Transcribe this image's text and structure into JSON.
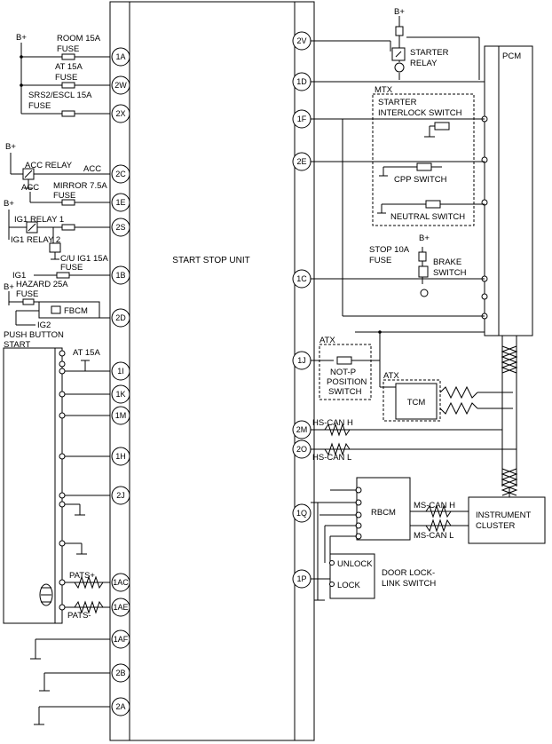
{
  "unit": "START STOP UNIT",
  "pcm": "PCM",
  "left_connectors": [
    {
      "pin": "1A",
      "label1": "ROOM 15A",
      "label2": "FUSE"
    },
    {
      "pin": "2W",
      "label1": "AT 15A",
      "label2": "FUSE"
    },
    {
      "pin": "2X",
      "label1": "SRS2/ESCL 15A",
      "label2": "FUSE"
    },
    {
      "pin": "2C",
      "label1": "ACC RELAY",
      "label2": "ACC"
    },
    {
      "pin": "1E",
      "label1": "MIRROR 7.5A",
      "label2": "FUSE"
    },
    {
      "pin": "2S",
      "label1": "IG1 RELAY 1",
      "label2": "IG1 RELAY 2"
    },
    {
      "pin": "1B",
      "label1": "IG1",
      "label2": "FUSE"
    },
    {
      "pin": "2D",
      "label1": "HAZARD 25A",
      "label2": "FUSE"
    },
    {
      "pin": "1I",
      "label1": "AT 15A",
      "label2": ""
    },
    {
      "pin": "1K",
      "label1": "",
      "label2": ""
    },
    {
      "pin": "1M",
      "label1": "",
      "label2": ""
    },
    {
      "pin": "1H",
      "label1": "",
      "label2": ""
    },
    {
      "pin": "2J",
      "label1": "",
      "label2": ""
    },
    {
      "pin": "1AC",
      "label1": "PATS+",
      "label2": ""
    },
    {
      "pin": "1AE",
      "label1": "PATS-",
      "label2": ""
    },
    {
      "pin": "1AF",
      "label1": "",
      "label2": ""
    },
    {
      "pin": "2B",
      "label1": "",
      "label2": ""
    },
    {
      "pin": "2A",
      "label1": "",
      "label2": ""
    }
  ],
  "right_connectors": [
    {
      "pin": "2V"
    },
    {
      "pin": "1D"
    },
    {
      "pin": "1F"
    },
    {
      "pin": "2E"
    },
    {
      "pin": "1C"
    },
    {
      "pin": "1J"
    },
    {
      "pin": "2M"
    },
    {
      "pin": "2O"
    },
    {
      "pin": "1Q"
    },
    {
      "pin": "1P"
    }
  ],
  "labels": {
    "bplus": "B+",
    "acc": "ACC",
    "cu_ig1": "C/U IG1 15A",
    "fbcm": "FBCM",
    "ig2": "IG2",
    "push1": "PUSH BUTTON",
    "push2": "START",
    "starter1": "STARTER",
    "starter2": "RELAY",
    "mtx": "MTX",
    "sis1": "STARTER",
    "sis2": "INTERLOCK SWITCH",
    "cpp": "CPP SWITCH",
    "neutral": "NEUTRAL SWITCH",
    "stop1": "STOP 10A",
    "stop2": "FUSE",
    "brake1": "BRAKE",
    "brake2": "SWITCH",
    "atx": "ATX",
    "notp1": "NOT-P",
    "notp2": "POSITION",
    "notp3": "SWITCH",
    "tcm": "TCM",
    "hscanh": "HS-CAN H",
    "hscanl": "HS-CAN L",
    "rbcm": "RBCM",
    "mscanh": "MS-CAN H",
    "mscanl": "MS-CAN L",
    "ic1": "INSTRUMENT",
    "ic2": "CLUSTER",
    "unlock": "UNLOCK",
    "lock": "LOCK",
    "door1": "DOOR LOCK-",
    "door2": "LINK SWITCH"
  }
}
